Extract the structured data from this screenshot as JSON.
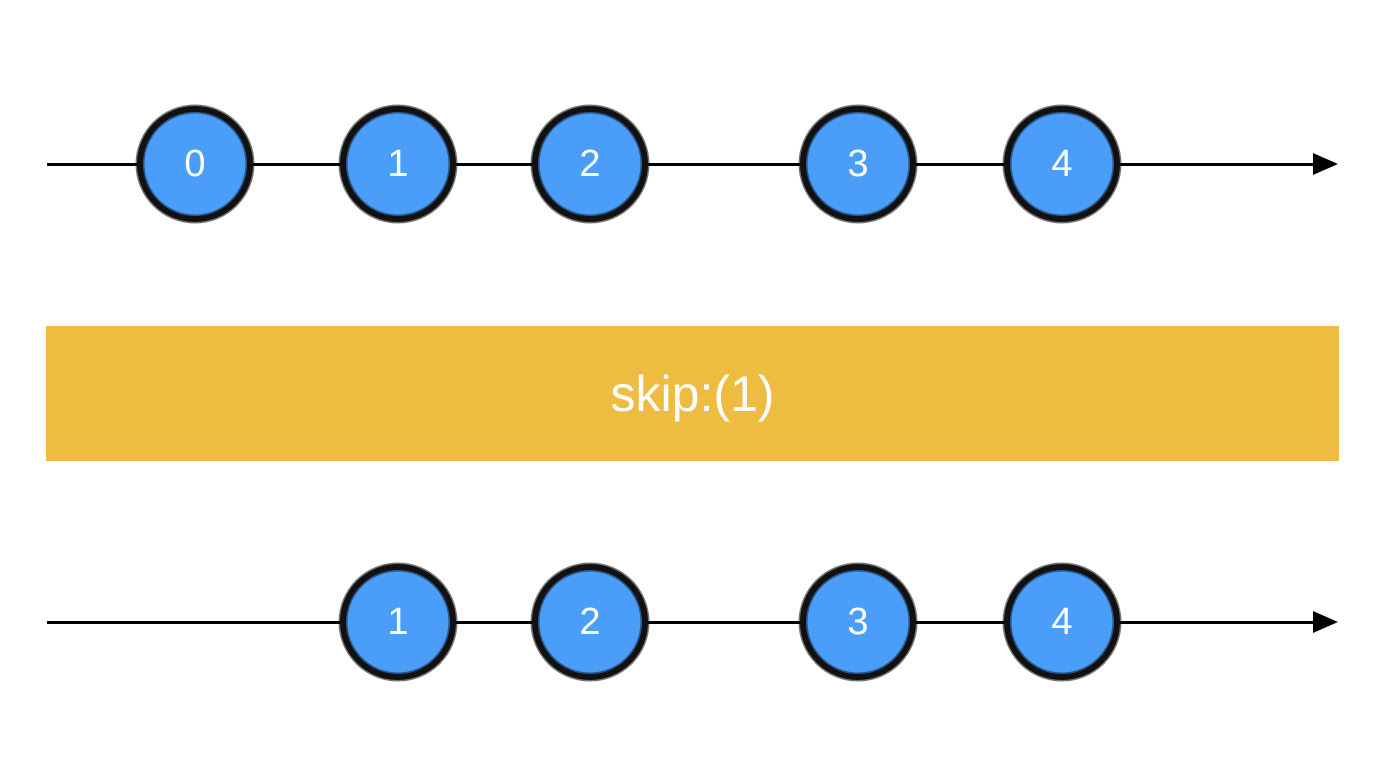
{
  "input_stream": {
    "marbles": [
      "0",
      "1",
      "2",
      "3",
      "4"
    ]
  },
  "operator": {
    "label": "skip:(1)"
  },
  "output_stream": {
    "marbles": [
      "1",
      "2",
      "3",
      "4"
    ]
  },
  "colors": {
    "marble_fill": "#4a9df8",
    "marble_border": "#111111",
    "operator_fill": "#eebc40",
    "text": "#ffffff",
    "axis": "#000000"
  }
}
